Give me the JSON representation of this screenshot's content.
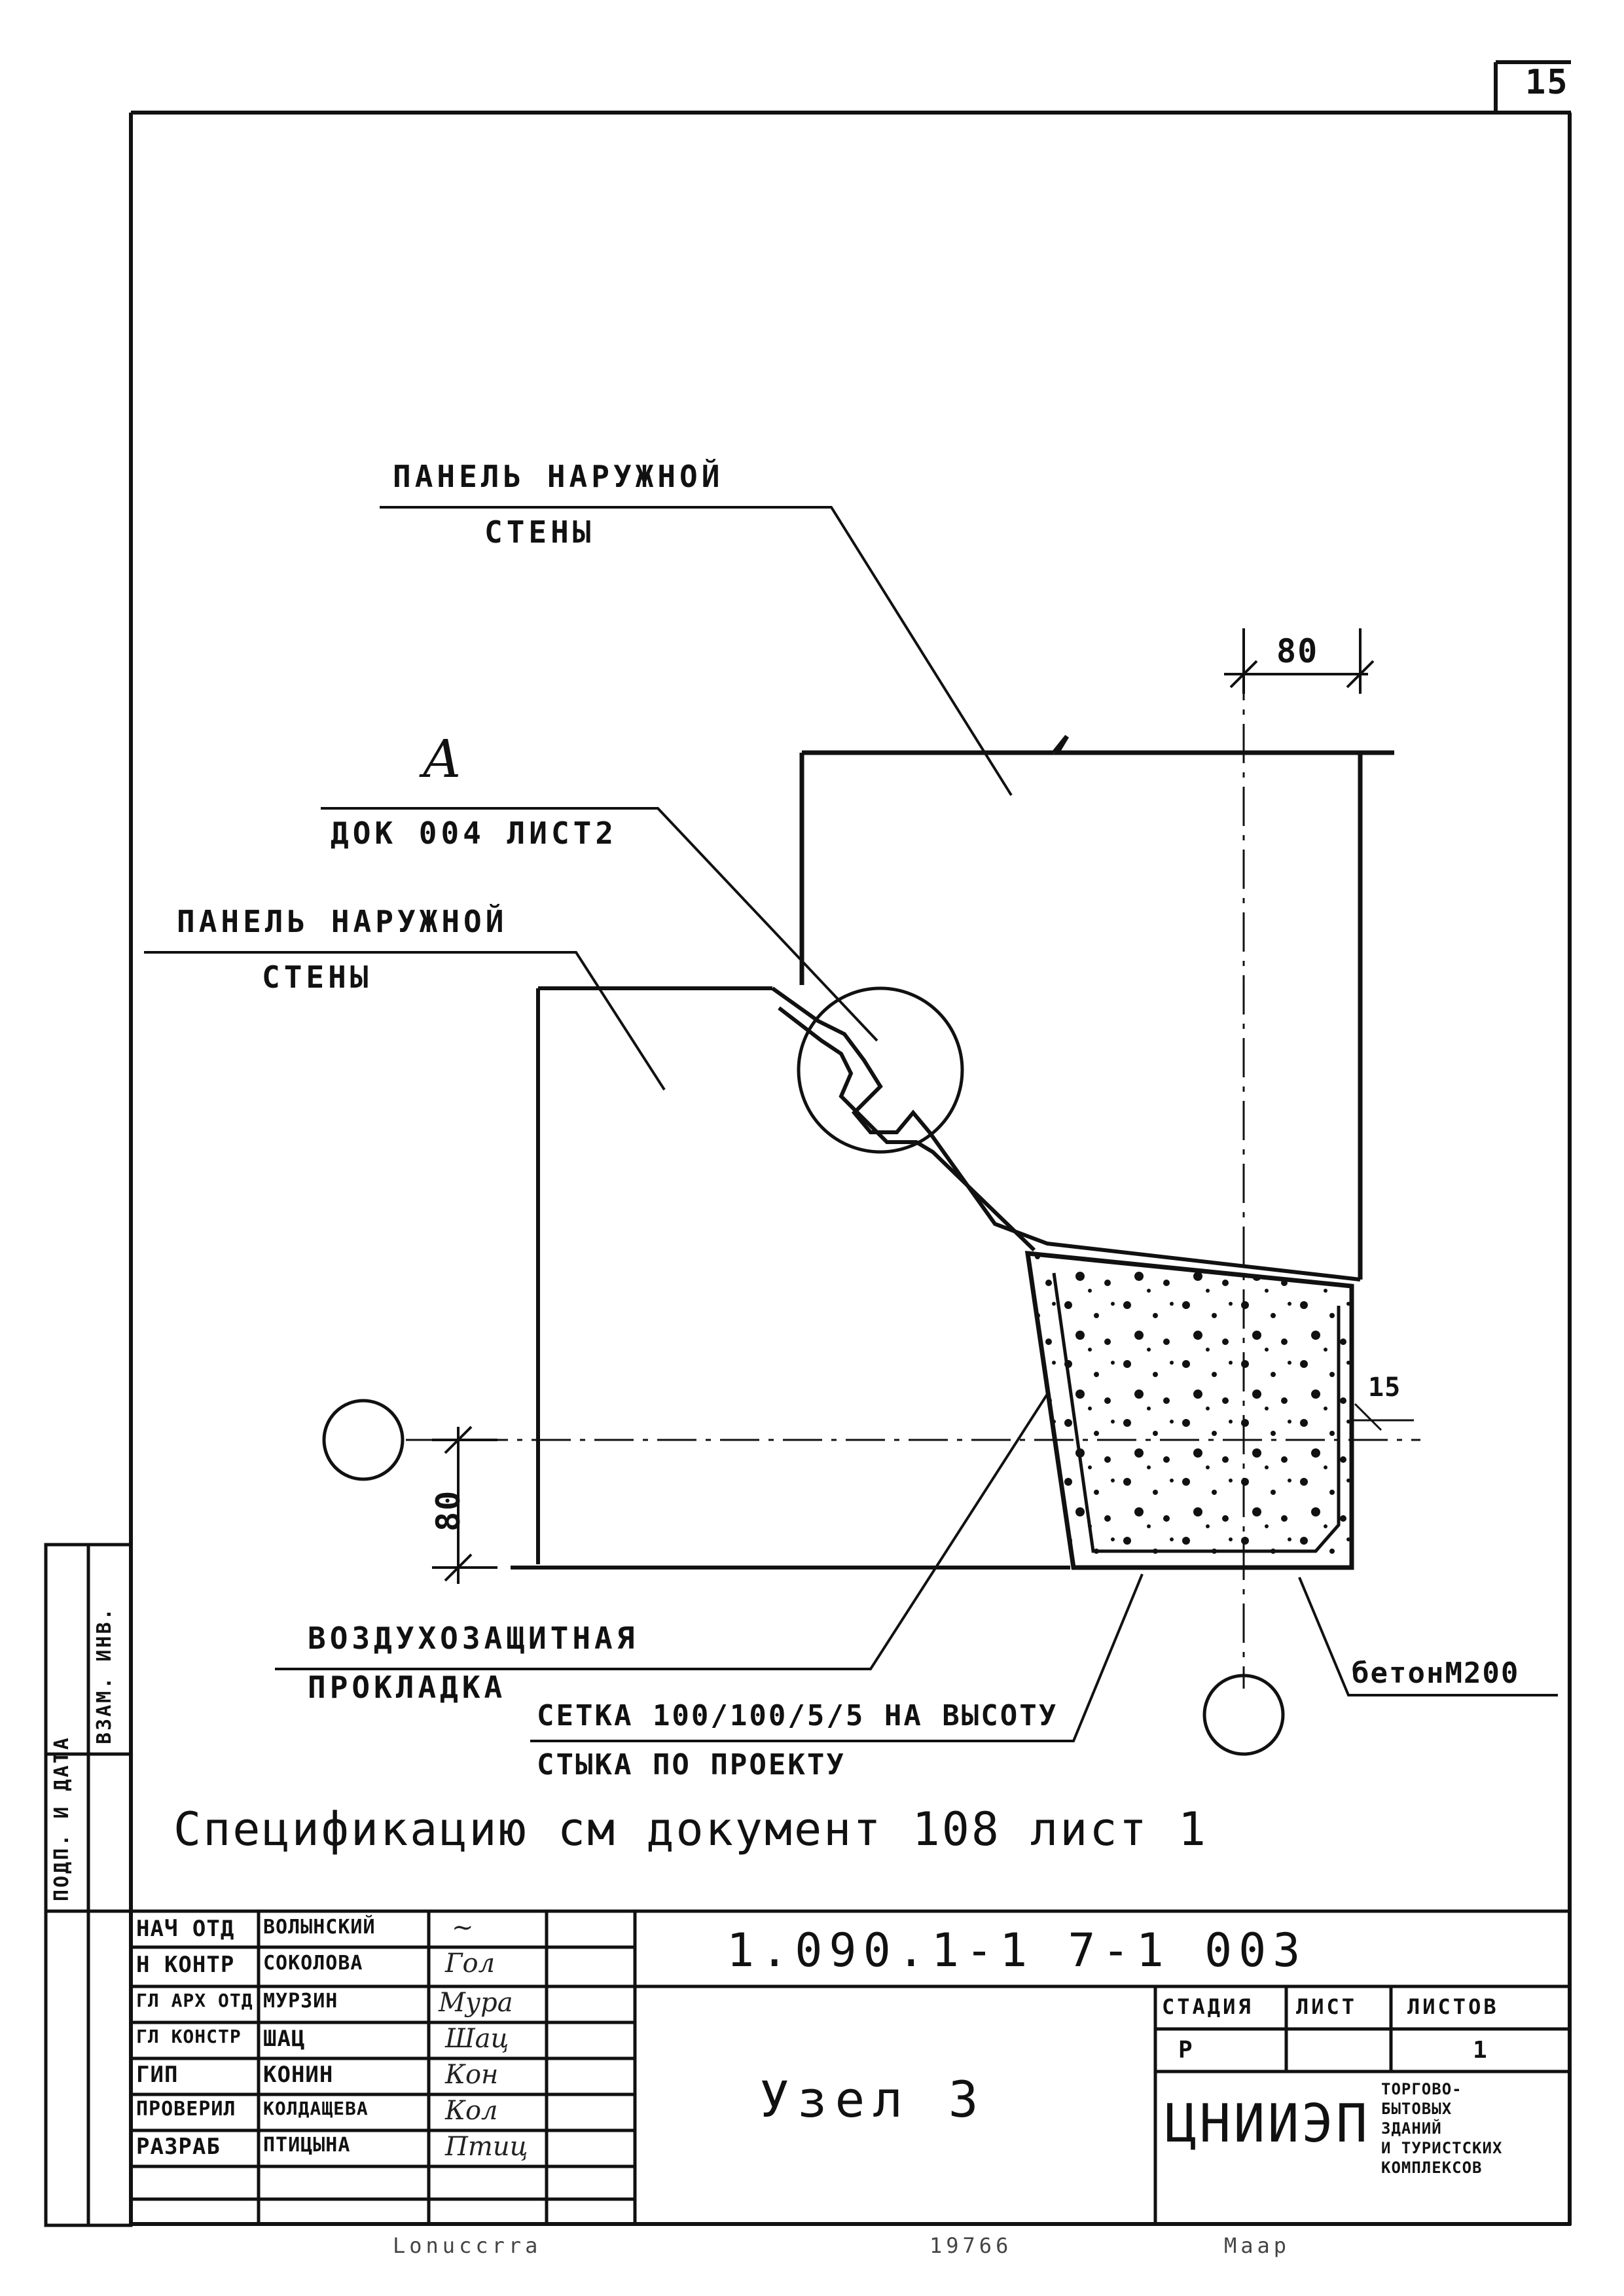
{
  "sheet": {
    "corner_number": "15",
    "bottom_marks": [
      "Lonuccrra",
      "19766",
      "Maap"
    ]
  },
  "drawing": {
    "detail_mark": "А",
    "detail_ref": "ДОК 004 ЛИСТ2",
    "panel_upper_line1": "ПАНЕЛЬ НАРУЖНОЙ",
    "panel_upper_line2": "СТЕНЫ",
    "panel_left_line1": "ПАНЕЛЬ НАРУЖНОЙ",
    "panel_left_line2": "СТЕНЫ",
    "dim_top": "80",
    "dim_left": "80",
    "dim_right": "15",
    "gasket_line1": "ВОЗДУХОЗАЩИТНАЯ",
    "gasket_line2": "ПРОКЛАДКА",
    "mesh_line1": "СЕТКА 100/100/5/5 НА ВЫСОТУ",
    "mesh_line2": "СТЫКА ПО ПРОЕКТУ",
    "concrete": "бетонМ200",
    "spec_note": "Спецификацию см документ 108 лист 1"
  },
  "side_stamp": {
    "left_label": "ПОДП. И ДАТА",
    "right_label": "ВЗАМ. ИНВ."
  },
  "title_block": {
    "designation": "1.090.1-1  7-1  003",
    "title": "Узел 3",
    "roles": [
      "НАЧ ОТД",
      "Н КОНТР",
      "ГЛ АРХ ОТД",
      "ГЛ КОНСТР",
      "ГИП",
      "ПРОВЕРИЛ",
      "РАЗРАБ"
    ],
    "names": [
      "ВОЛЫНСКИЙ",
      "СОКОЛОВА",
      "МУРЗИН",
      "ШАЦ",
      "КОНИН",
      "КОЛДАЩЕВА",
      "ПТИЦЫНА"
    ],
    "sigs": [
      "~",
      "Гол",
      "Мура",
      "Шац",
      "Кон",
      "Кол",
      "Птиц"
    ],
    "stage_header": "СТАДИЯ",
    "sheet_header": "ЛИСТ",
    "sheets_header": "ЛИСТОВ",
    "stage_value": "Р",
    "sheet_value": "",
    "sheets_value": "1",
    "org": "ЦНИИЭП",
    "org_sub": [
      "ТОРГОВО-",
      "БЫТОВЫХ",
      "ЗДАНИЙ",
      "И ТУРИСТСКИХ",
      "КОМПЛЕКСОВ"
    ]
  }
}
